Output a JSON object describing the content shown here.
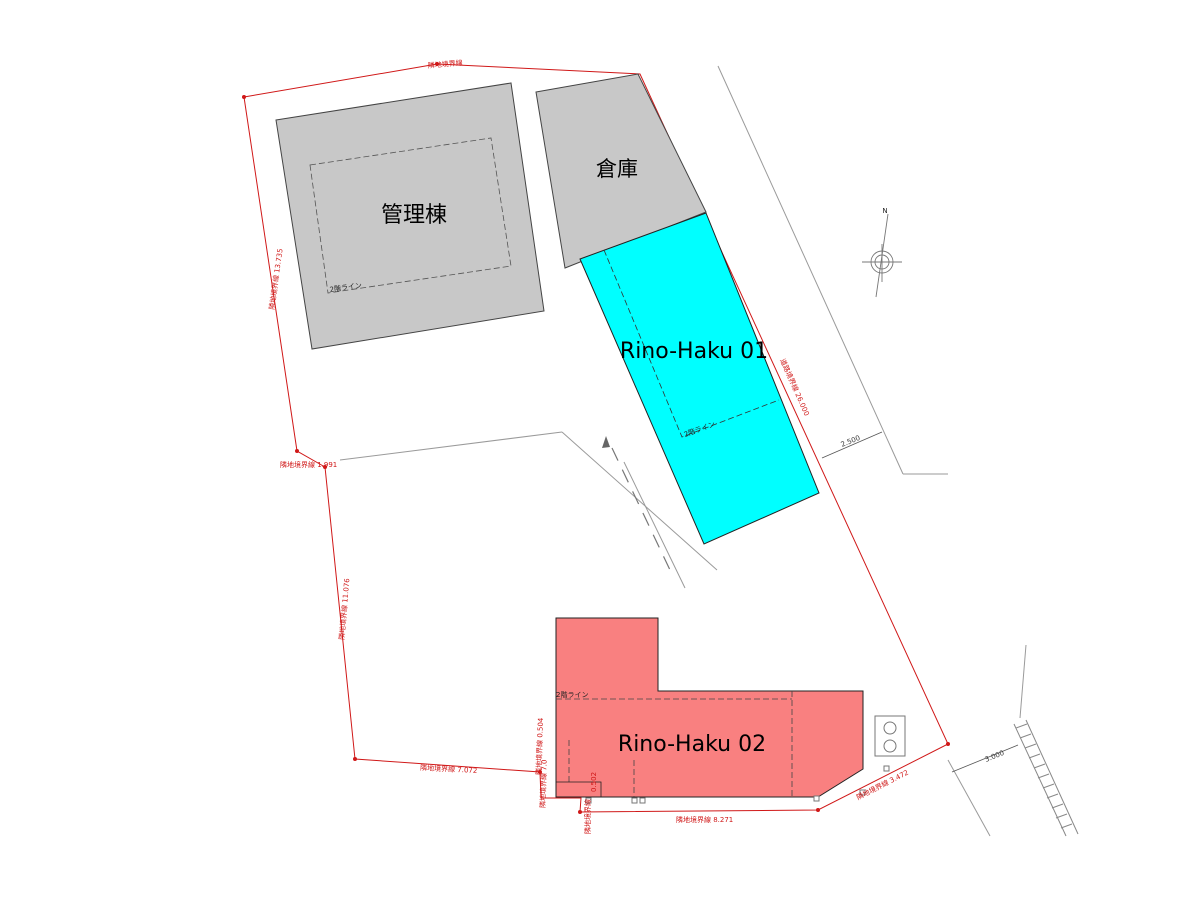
{
  "buildings": {
    "admin": {
      "label": "管理棟",
      "floor2_label": "2階ライン",
      "color": "#c8c8c8"
    },
    "storage": {
      "label": "倉庫",
      "color": "#c8c8c8"
    },
    "rino01": {
      "label": "Rino-Haku 01",
      "floor2_label": "2階ライン",
      "color": "#00ffff"
    },
    "rino02": {
      "label": "Rino-Haku 02",
      "floor2_label": "2階ライン",
      "color": "#f98080"
    }
  },
  "boundaries": {
    "top": "隣地境界線",
    "left_upper": "隣地境界線 13.735",
    "left_mid_short": "隣地境界線 1.991",
    "left_lower": "隣地境界線 11.076",
    "bottom_left": "隣地境界線 7.072",
    "bottom_small_a": "隣地境界線 0.504",
    "bottom_small_b": "隣地境界線 7.0",
    "bottom_small_c": "0.502",
    "bottom_mid": "隣地境界線 8.271",
    "bottom_right": "隣地境界線 3.472",
    "road": "道路境界線 26.000",
    "color": "#d01818"
  },
  "dimensions": {
    "road_width_upper": "2.500",
    "road_width_lower": "3.000"
  },
  "north_label": "N"
}
